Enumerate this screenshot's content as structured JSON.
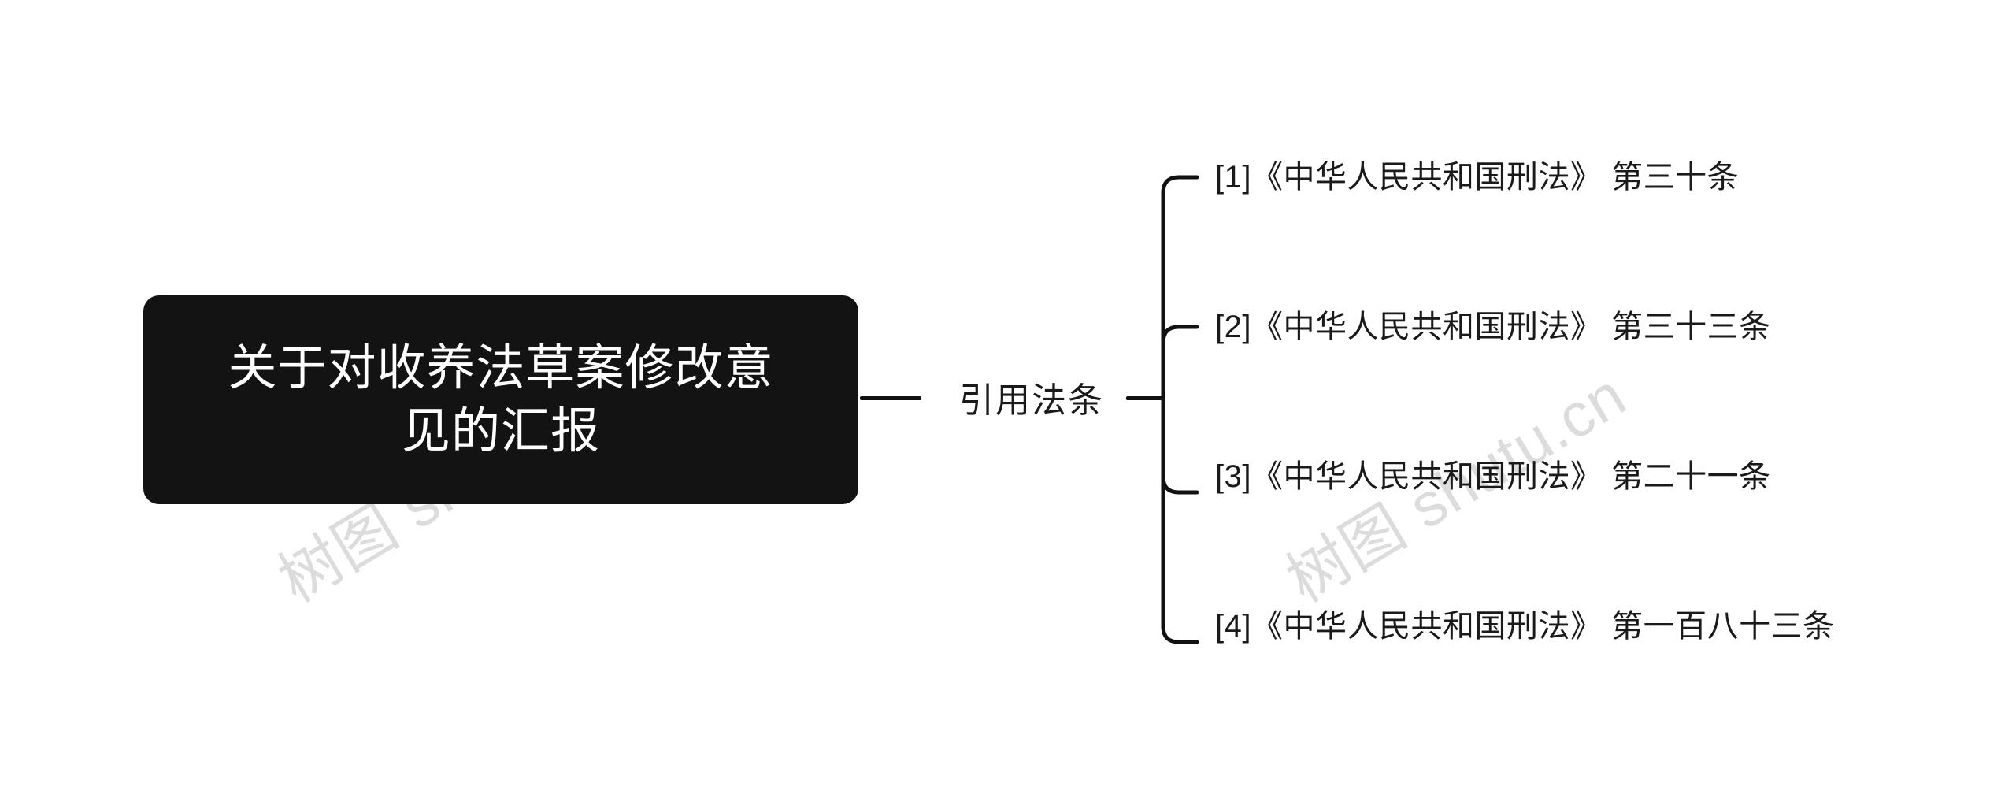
{
  "diagram": {
    "type": "mind-map",
    "orientation": "left-to-right",
    "background_color": "#ffffff",
    "line_color": "#111111",
    "root": {
      "label": "关于对收养法草案修改意见的汇报",
      "background_color": "#131313",
      "text_color": "#ffffff"
    },
    "branch": {
      "label": "引用法条",
      "text_color": "#1a1a1a"
    },
    "leaves": [
      {
        "index": "[1]",
        "label": "[1]《中华人民共和国刑法》 第三十条"
      },
      {
        "index": "[2]",
        "label": "[2]《中华人民共和国刑法》 第三十三条"
      },
      {
        "index": "[3]",
        "label": "[3]《中华人民共和国刑法》 第二十一条"
      },
      {
        "index": "[4]",
        "label": "[4]《中华人民共和国刑法》 第一百八十三条"
      }
    ]
  },
  "watermark": {
    "text": "树图 shutu.cn",
    "color": "#dcdcdc"
  }
}
